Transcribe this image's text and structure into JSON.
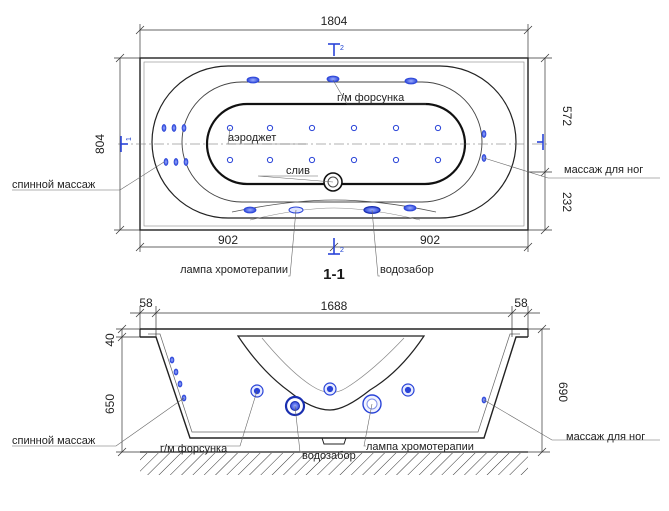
{
  "dims": {
    "top_length": "1804",
    "top_width": "804",
    "inner_width": "572",
    "right_lower": "232",
    "left_half": "902",
    "right_half": "902",
    "front_left_rim": "58",
    "front_length": "1688",
    "front_right_rim": "58",
    "front_rim_height": "40",
    "front_left_height": "650",
    "front_right_height": "690"
  },
  "section_mark": "2",
  "section_mark_side": "1",
  "section_title": "1-1",
  "labels": {
    "top_nozzle": "г/м форсунка",
    "top_aero": "аэроджет",
    "top_drain": "слив",
    "top_back": "спинной массаж",
    "top_foot": "массаж для ног",
    "top_lamp": "лампа хромотерапии",
    "top_intake": "водозабор",
    "front_back": "спинной массаж",
    "front_nozzle": "г/м форсунка",
    "front_intake": "водозабор",
    "front_lamp": "лампа хромотерапии",
    "front_foot": "массаж для ног"
  },
  "colors": {
    "line": "#222222",
    "accent": "#2a44d8"
  }
}
